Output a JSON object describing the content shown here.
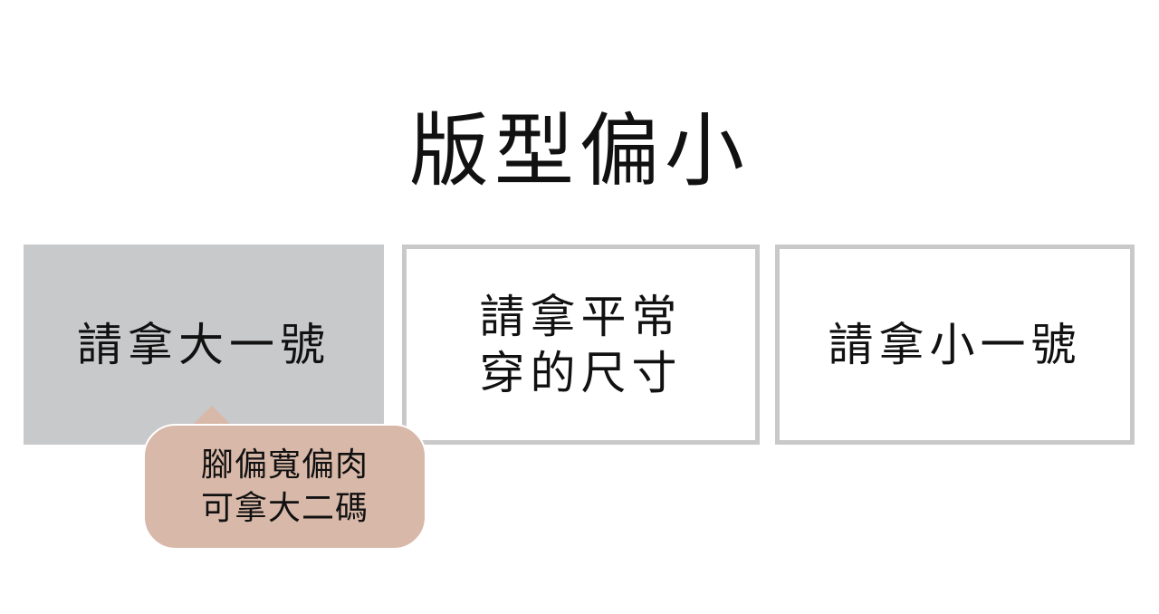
{
  "title": "版型偏小",
  "options": [
    {
      "label": "請拿大一號",
      "selected": true
    },
    {
      "lines": [
        "請拿平常",
        "穿的尺寸"
      ],
      "selected": false
    },
    {
      "label": "請拿小一號",
      "selected": false
    }
  ],
  "tooltip": {
    "lines": [
      "腳偏寬偏肉",
      "可拿大二碼"
    ]
  },
  "colors": {
    "selected_fill": "#c8c9cb",
    "border": "#c9c9c9",
    "tooltip_fill": "#d8b8a8"
  }
}
